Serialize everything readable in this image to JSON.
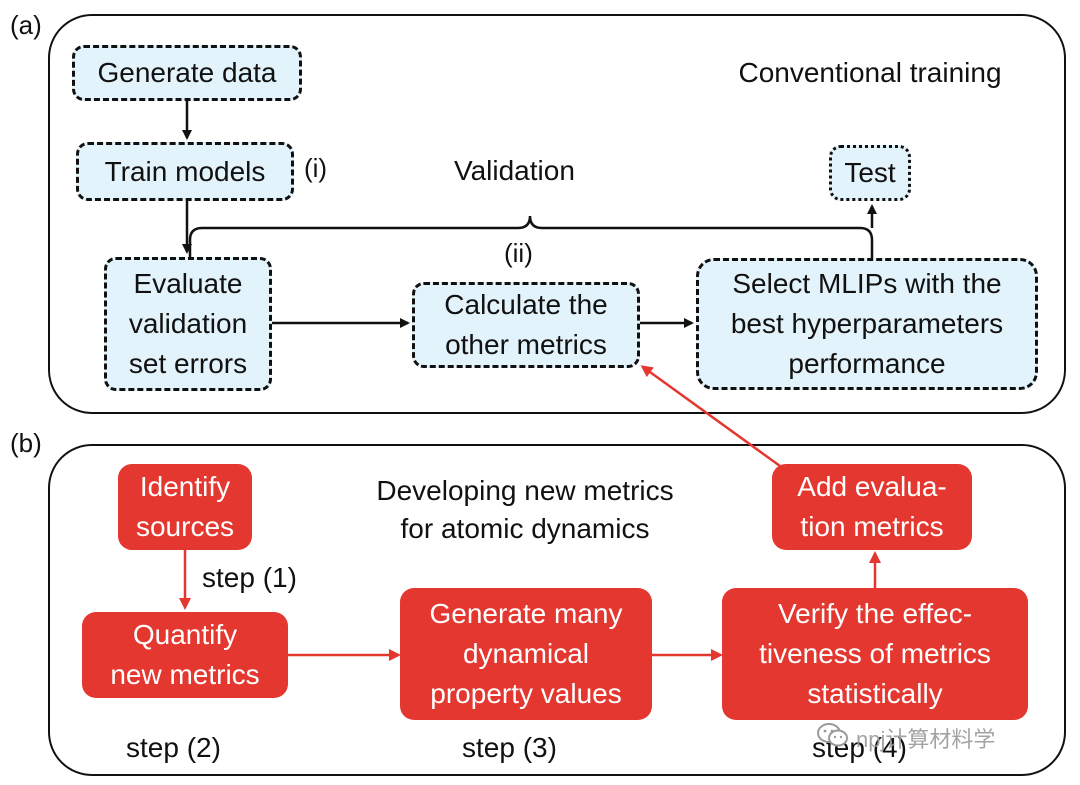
{
  "panel_a": {
    "label": "(a)",
    "title": "Conventional training",
    "nodes": {
      "generate_data": "Generate data",
      "train_models": "Train models",
      "evaluate": [
        "Evaluate",
        "validation",
        "set errors"
      ],
      "calculate": [
        "Calculate the",
        "other metrics"
      ],
      "select": [
        "Select MLIPs with the",
        "best hyperparameters",
        "performance"
      ],
      "test": "Test"
    },
    "marker_i": "(i)",
    "marker_ii": "(ii)",
    "validation_label": "Validation"
  },
  "panel_b": {
    "label": "(b)",
    "title": [
      "Developing new metrics",
      "for atomic dynamics"
    ],
    "nodes": {
      "identify": [
        "Identify",
        "sources"
      ],
      "quantify": [
        "Quantify",
        "new metrics"
      ],
      "generate_many": [
        "Generate many",
        "dynamical",
        "property values"
      ],
      "verify": [
        "Verify the effec-",
        "tiveness of metrics",
        "statistically"
      ],
      "add": [
        "Add evalua-",
        "tion metrics"
      ]
    },
    "steps": {
      "s1": "step (1)",
      "s2": "step (2)",
      "s3": "step (3)",
      "s4": "step (4)"
    }
  },
  "watermark": "npj计算材料学",
  "colors": {
    "red": "#e4372f",
    "light_blue": "#e3f3fb",
    "ink": "#111111"
  },
  "icons": {
    "watermark_icon": "wechat-icon"
  }
}
